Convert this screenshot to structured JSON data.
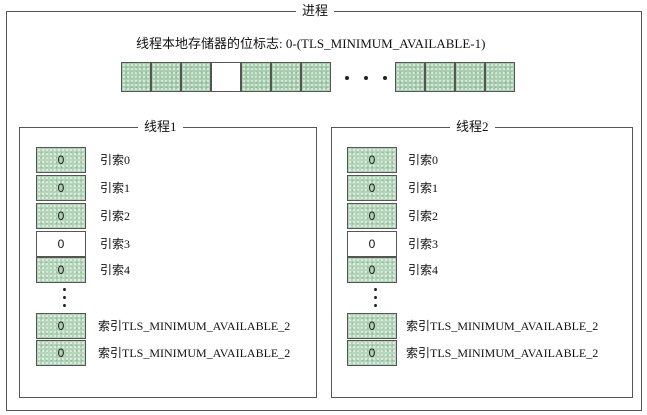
{
  "process": {
    "title": "进程",
    "bitmap_label": "线程本地存储器的位标志: 0-(TLS_MINIMUM_AVAILABLE-1)",
    "bits_left": [
      1,
      1,
      1,
      0,
      1,
      1,
      1
    ],
    "bits_right": [
      1,
      1,
      1,
      1
    ]
  },
  "threads": [
    {
      "title": "线程1",
      "slots": [
        {
          "value": "0",
          "label": "引索0",
          "filled": true
        },
        {
          "value": "0",
          "label": "引索1",
          "filled": true
        },
        {
          "value": "0",
          "label": "引索2",
          "filled": true
        },
        {
          "value": "0",
          "label": "引索3",
          "filled": false
        },
        {
          "value": "0",
          "label": "引索4",
          "filled": true
        }
      ],
      "tail_slots": [
        {
          "value": "0",
          "label": "索引TLS_MINIMUM_AVAILABLE_2",
          "filled": true
        },
        {
          "value": "0",
          "label": "索引TLS_MINIMUM_AVAILABLE_2",
          "filled": true
        }
      ]
    },
    {
      "title": "线程2",
      "slots": [
        {
          "value": "0",
          "label": "引索0",
          "filled": true
        },
        {
          "value": "0",
          "label": "引索1",
          "filled": true
        },
        {
          "value": "0",
          "label": "引索2",
          "filled": true
        },
        {
          "value": "0",
          "label": "引索3",
          "filled": false
        },
        {
          "value": "0",
          "label": "引索4",
          "filled": true
        }
      ],
      "tail_slots": [
        {
          "value": "0",
          "label": "索引TLS_MINIMUM_AVAILABLE_2",
          "filled": true
        },
        {
          "value": "0",
          "label": "索引TLS_MINIMUM_AVAILABLE_2",
          "filled": true
        }
      ]
    }
  ]
}
